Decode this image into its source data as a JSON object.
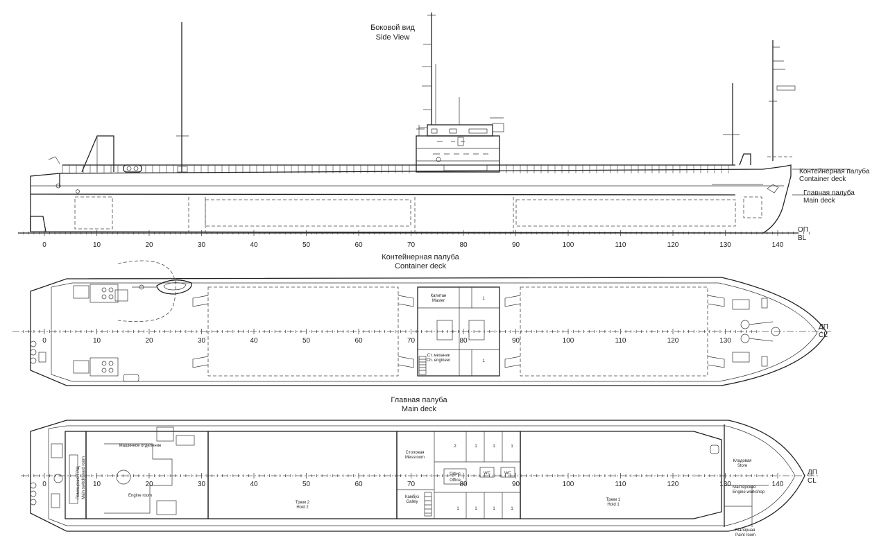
{
  "titles": {
    "side_ru": "Боковой вид",
    "side_en": "Side View",
    "container_ru": "Контейнерная палуба",
    "container_en": "Container deck",
    "main_ru": "Главная палуба",
    "main_en": "Main deck"
  },
  "side_labels": {
    "container_ru": "Контейнерная палуба",
    "container_en": "Container deck",
    "main_ru": "Главная палуба",
    "main_en": "Main deck",
    "bl_ru": "ОП",
    "bl_en": "BL",
    "cl_ru": "ДП",
    "cl_en": "CL"
  },
  "frame_numbers": [
    0,
    10,
    20,
    30,
    40,
    50,
    60,
    70,
    80,
    90,
    100,
    110,
    120,
    130,
    140
  ],
  "rooms": {
    "engine_room_ru": "Машинное отделение",
    "engine_room_en": "Engine room",
    "switchboard_ru": "Помещение ГРЩ",
    "switchboard_en": "Main switchboard room",
    "hold2_ru": "Трюм 2",
    "hold2_en": "Hold 2",
    "hold1_ru": "Трюм 1",
    "hold1_en": "Hold 1",
    "messroom_ru": "Столовая",
    "messroom_en": "Messroom",
    "galley_ru": "Камбуз",
    "galley_en": "Galley",
    "office_ru": "Офис",
    "office_en": "Office",
    "wc": "WC",
    "store_ru": "Кладовая",
    "store_en": "Store",
    "workshop_ru": "Мастерская",
    "workshop_en": "Engine workshop",
    "paint_ru": "Малярная",
    "paint_en": "Paint room",
    "captain_ru": "Капитан",
    "captain_en": "Master",
    "chief_ru": "Ст. механик",
    "chief_en": "Ch. engineer",
    "cabin_1": "1",
    "cabin_2": "2"
  }
}
